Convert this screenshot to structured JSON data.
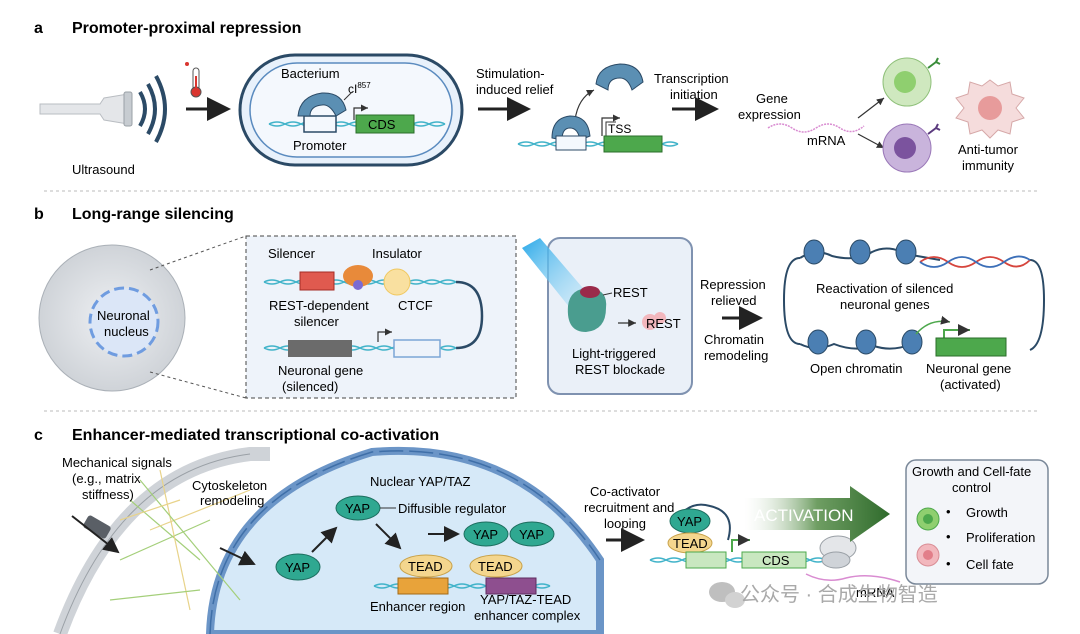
{
  "panel_a": {
    "letter": "a",
    "title": "Promoter-proximal repression",
    "ultrasound": "Ultrasound",
    "bacterium": "Bacterium",
    "ci": "cI",
    "ci_sup": "857",
    "cds": "CDS",
    "promoter": "Promoter",
    "stim_1": "Stimulation-",
    "stim_2": "induced relief",
    "tss": "TSS",
    "trans_1": "Transcription",
    "trans_2": "initiation",
    "gene_1": "Gene",
    "gene_2": "expression",
    "mrna": "mRNA",
    "anti_1": "Anti-tumor",
    "anti_2": "immunity"
  },
  "panel_b": {
    "letter": "b",
    "title": "Long-range silencing",
    "nucleus_1": "Neuronal",
    "nucleus_2": "nucleus",
    "silencer": "Silencer",
    "insulator": "Insulator",
    "rest_dep_1": "REST-dependent",
    "rest_dep_2": "silencer",
    "ctcf": "CTCF",
    "neuronal_gene_1": "Neuronal gene",
    "neuronal_gene_2": "(silenced)",
    "rest": "REST",
    "rest2": "REST",
    "light_1": "Light-triggered",
    "light_2": "REST blockade",
    "rep_1": "Repression",
    "rep_2": "relieved",
    "chrom_1": "Chromatin",
    "chrom_2": "remodeling",
    "react_1": "Reactivation of silenced",
    "react_2": "neuronal genes",
    "open": "Open chromatin",
    "act_1": "Neuronal gene",
    "act_2": "(activated)"
  },
  "panel_c": {
    "letter": "c",
    "title": "Enhancer-mediated transcriptional co-activation",
    "mech_1": "Mechanical signals",
    "mech_2": "(e.g., matrix",
    "mech_3": "stiffness)",
    "cyto_1": "Cytoskeleton",
    "cyto_2": "remodeling",
    "nuclear": "Nuclear YAP/TAZ",
    "yap": "YAP",
    "diffusible": "Diffusible regulator",
    "tead": "TEAD",
    "enhancer": "Enhancer region",
    "complex_1": "YAP/TAZ-TEAD",
    "complex_2": "enhancer complex",
    "coact_1": "Co-activator",
    "coact_2": "recruitment and",
    "coact_3": "looping",
    "activation": "ACTIVATION",
    "cds": "CDS",
    "mrna": "mRNA",
    "box_title_1": "Growth and Cell-fate",
    "box_title_2": "control",
    "growth": "Growth",
    "prolif": "Proliferation",
    "fate": "Cell fate",
    "watermark": "公众号 · 合成生物智造"
  }
}
